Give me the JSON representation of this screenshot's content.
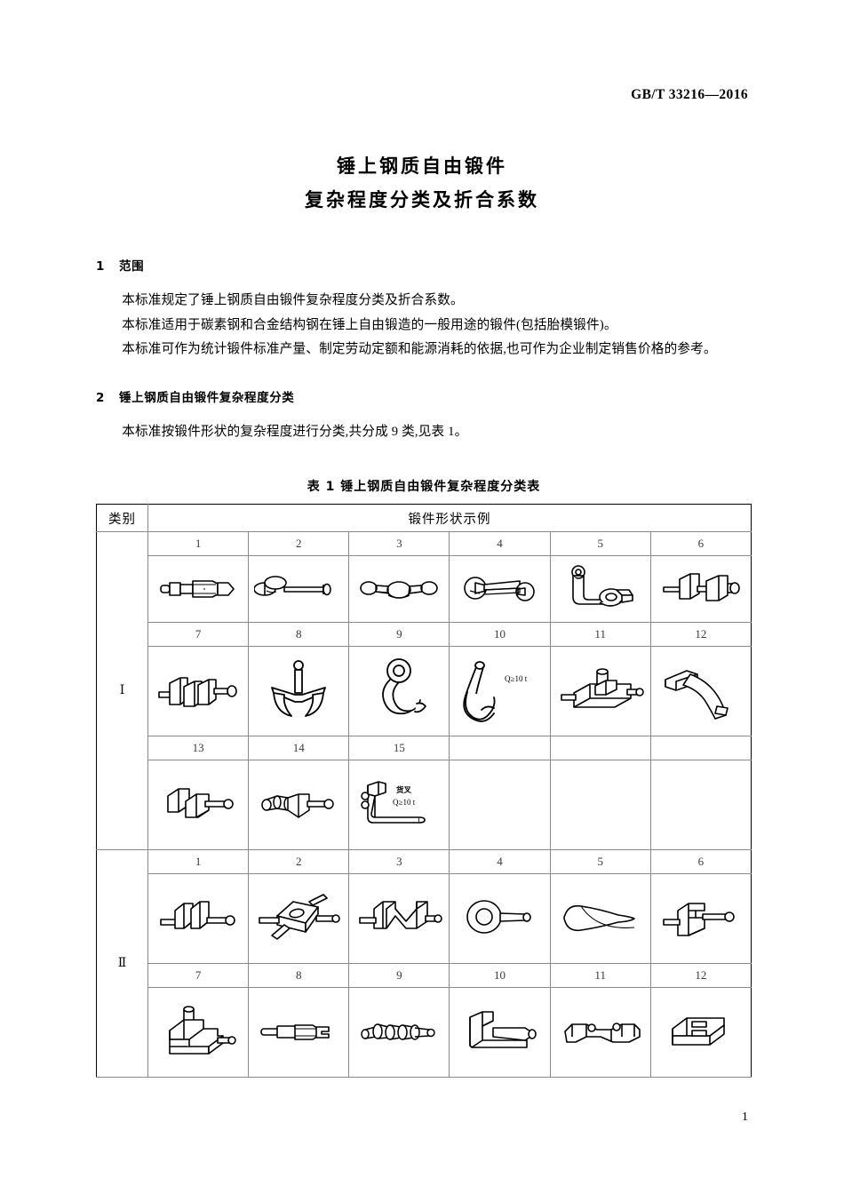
{
  "header": {
    "standard_code": "GB/T 33216—2016"
  },
  "title": {
    "line1": "锤上钢质自由锻件",
    "line2": "复杂程度分类及折合系数"
  },
  "clauses": [
    {
      "number": "1",
      "heading": "范围",
      "paragraphs": [
        "本标准规定了锤上钢质自由锻件复杂程度分类及折合系数。",
        "本标准适用于碳素钢和合金结构钢在锤上自由锻造的一般用途的锻件(包括胎模锻件)。",
        "本标准可作为统计锻件标准产量、制定劳动定额和能源消耗的依据,也可作为企业制定销售价格的参考。"
      ]
    },
    {
      "number": "2",
      "heading": "锤上钢质自由锻件复杂程度分类",
      "paragraphs": [
        "本标准按锻件形状的复杂程度进行分类,共分成 9 类,见表 1。"
      ]
    }
  ],
  "table": {
    "caption": "表 1   锤上钢质自由锻件复杂程度分类表",
    "headers": {
      "category": "类别",
      "examples": "锻件形状示例"
    },
    "sections": [
      {
        "category": "Ⅰ",
        "rows": [
          {
            "numbers": [
              "1",
              "2",
              "3",
              "4",
              "5",
              "6"
            ],
            "figures": [
              {
                "name": "stepped-round-bar-forging",
                "annotation": ""
              },
              {
                "name": "disc-end-shaft-forging",
                "annotation": ""
              },
              {
                "name": "double-eye-connecting-rod-forging",
                "annotation": ""
              },
              {
                "name": "open-end-wrench-forging",
                "annotation": ""
              },
              {
                "name": "bent-lever-arm-forging",
                "annotation": ""
              },
              {
                "name": "twin-block-shaft-forging",
                "annotation": ""
              }
            ]
          },
          {
            "numbers": [
              "7",
              "8",
              "9",
              "10",
              "11",
              "12"
            ],
            "figures": [
              {
                "name": "crankshaft-forging",
                "annotation": ""
              },
              {
                "name": "ship-anchor-forging",
                "annotation": ""
              },
              {
                "name": "ring-eye-hook-forging",
                "annotation": ""
              },
              {
                "name": "lifting-hook-forging",
                "annotation": "Q≥10 t"
              },
              {
                "name": "cross-block-shaft-forging",
                "annotation": ""
              },
              {
                "name": "bent-knee-lever-forging",
                "annotation": ""
              }
            ]
          },
          {
            "numbers": [
              "13",
              "14",
              "15",
              "",
              "",
              ""
            ],
            "figures": [
              {
                "name": "stepped-block-shaft-forging",
                "annotation": ""
              },
              {
                "name": "ribbed-block-shaft-forging",
                "annotation": ""
              },
              {
                "name": "fork-tine-forging",
                "annotation": "货叉",
                "annotation2": "Q≥10 t"
              },
              {
                "name": "empty-cell",
                "annotation": ""
              },
              {
                "name": "empty-cell",
                "annotation": ""
              },
              {
                "name": "empty-cell",
                "annotation": ""
              }
            ]
          }
        ]
      },
      {
        "category": "Ⅱ",
        "rows": [
          {
            "numbers": [
              "1",
              "2",
              "3",
              "4",
              "5",
              "6"
            ],
            "figures": [
              {
                "name": "double-boss-shaft-forging",
                "annotation": ""
              },
              {
                "name": "cross-pin-plate-forging",
                "annotation": ""
              },
              {
                "name": "z-bend-block-shaft-forging",
                "annotation": ""
              },
              {
                "name": "eye-ring-shaft-forging",
                "annotation": ""
              },
              {
                "name": "tapered-blade-forging",
                "annotation": ""
              },
              {
                "name": "notch-block-shaft-forging",
                "annotation": ""
              }
            ]
          },
          {
            "numbers": [
              "7",
              "8",
              "9",
              "10",
              "11",
              "12"
            ],
            "figures": [
              {
                "name": "l-bracket-boss-forging",
                "annotation": ""
              },
              {
                "name": "stepped-flat-tool-forging",
                "annotation": ""
              },
              {
                "name": "multi-collar-shaft-forging",
                "annotation": ""
              },
              {
                "name": "angle-arm-forging",
                "annotation": ""
              },
              {
                "name": "long-link-bar-forging",
                "annotation": ""
              },
              {
                "name": "slotted-block-forging",
                "annotation": ""
              }
            ]
          }
        ]
      }
    ]
  },
  "footer": {
    "page_number": "1"
  }
}
